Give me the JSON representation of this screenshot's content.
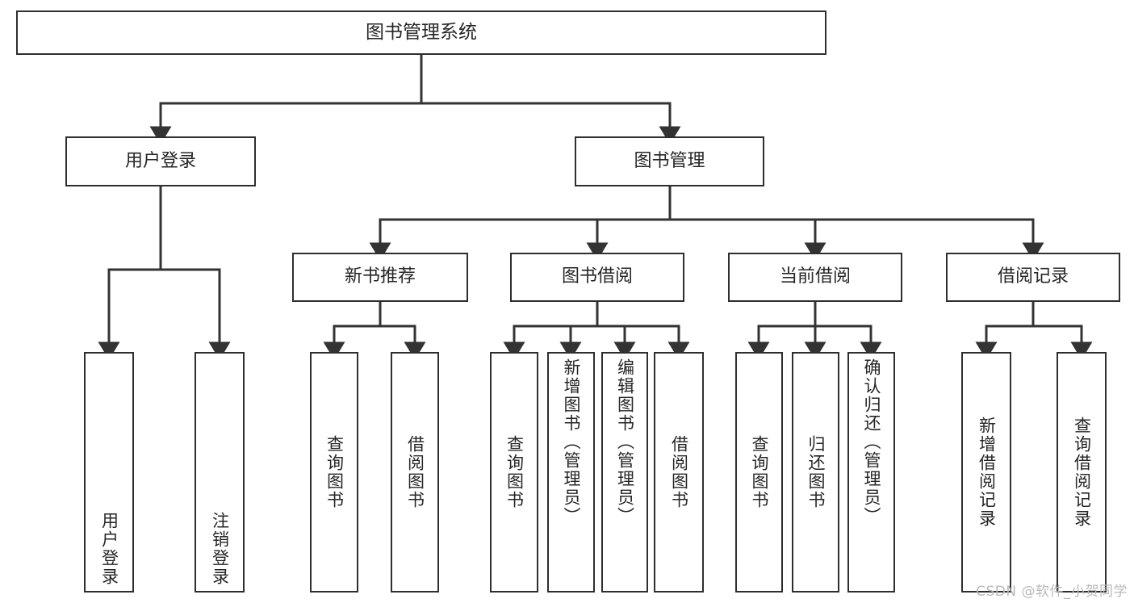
{
  "diagram": {
    "title": "图书管理系统",
    "type": "hierarchy-tree",
    "orientation": "top-down",
    "colors": {
      "box_border": "#2e2e2e",
      "box_fill": "#ffffff",
      "connector": "#333333",
      "text": "#262626",
      "watermark": "#b9b9b9",
      "background": "#ffffff"
    },
    "root": {
      "label": "图书管理系统"
    },
    "level1": [
      {
        "id": "user-login",
        "label": "用户登录"
      },
      {
        "id": "book-management",
        "label": "图书管理"
      }
    ],
    "level2": [
      {
        "id": "new-book-recommend",
        "label": "新书推荐",
        "parent": "book-management"
      },
      {
        "id": "book-borrow",
        "label": "图书借阅",
        "parent": "book-management"
      },
      {
        "id": "current-borrow",
        "label": "当前借阅",
        "parent": "book-management"
      },
      {
        "id": "borrow-record",
        "label": "借阅记录",
        "parent": "book-management"
      }
    ],
    "leaves": [
      {
        "id": "leaf-user-login",
        "label": "用户登录",
        "parent": "user-login"
      },
      {
        "id": "leaf-user-logout",
        "label": "注销登录",
        "parent": "user-login"
      },
      {
        "id": "leaf-query-book-1",
        "label": "查询图书",
        "parent": "new-book-recommend"
      },
      {
        "id": "leaf-borrow-book-1",
        "label": "借阅图书",
        "parent": "new-book-recommend"
      },
      {
        "id": "leaf-query-book-2",
        "label": "查询图书",
        "parent": "book-borrow"
      },
      {
        "id": "leaf-add-book",
        "label": "新增图书（管理员）",
        "parent": "book-borrow"
      },
      {
        "id": "leaf-edit-book",
        "label": "编辑图书（管理员）",
        "parent": "book-borrow"
      },
      {
        "id": "leaf-borrow-book-2",
        "label": "借阅图书",
        "parent": "book-borrow"
      },
      {
        "id": "leaf-query-book-3",
        "label": "查询图书",
        "parent": "current-borrow"
      },
      {
        "id": "leaf-return-book",
        "label": "归还图书",
        "parent": "current-borrow"
      },
      {
        "id": "leaf-confirm-return",
        "label": "确认归还（管理员）",
        "parent": "current-borrow"
      },
      {
        "id": "leaf-add-borrow-record",
        "label": "新增借阅记录",
        "parent": "borrow-record"
      },
      {
        "id": "leaf-query-borrow-record",
        "label": "查询借阅记录",
        "parent": "borrow-record"
      }
    ]
  },
  "watermark": {
    "text": "CSDN @软件_小贺同学"
  }
}
